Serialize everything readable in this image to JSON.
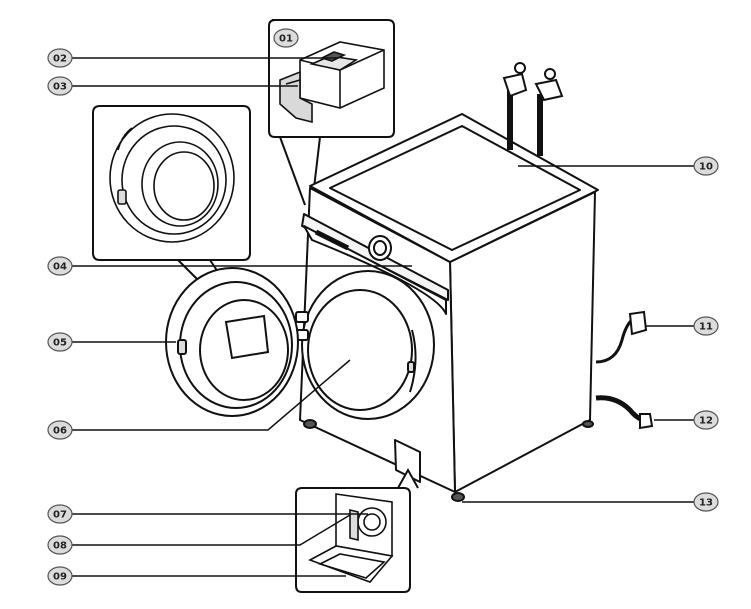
{
  "colors": {
    "line": "#111111",
    "badge_fill": "#dcdcdc",
    "badge_stroke": "#555555",
    "badge_text": "#222222",
    "background": "#ffffff"
  },
  "callouts": [
    {
      "id": "01",
      "label": "01"
    },
    {
      "id": "02",
      "label": "02"
    },
    {
      "id": "03",
      "label": "03"
    },
    {
      "id": "04",
      "label": "04"
    },
    {
      "id": "05",
      "label": "05"
    },
    {
      "id": "06",
      "label": "06"
    },
    {
      "id": "07",
      "label": "07"
    },
    {
      "id": "08",
      "label": "08"
    },
    {
      "id": "09",
      "label": "09"
    },
    {
      "id": "10",
      "label": "10"
    },
    {
      "id": "11",
      "label": "11"
    },
    {
      "id": "12",
      "label": "12"
    },
    {
      "id": "13",
      "label": "13"
    }
  ]
}
